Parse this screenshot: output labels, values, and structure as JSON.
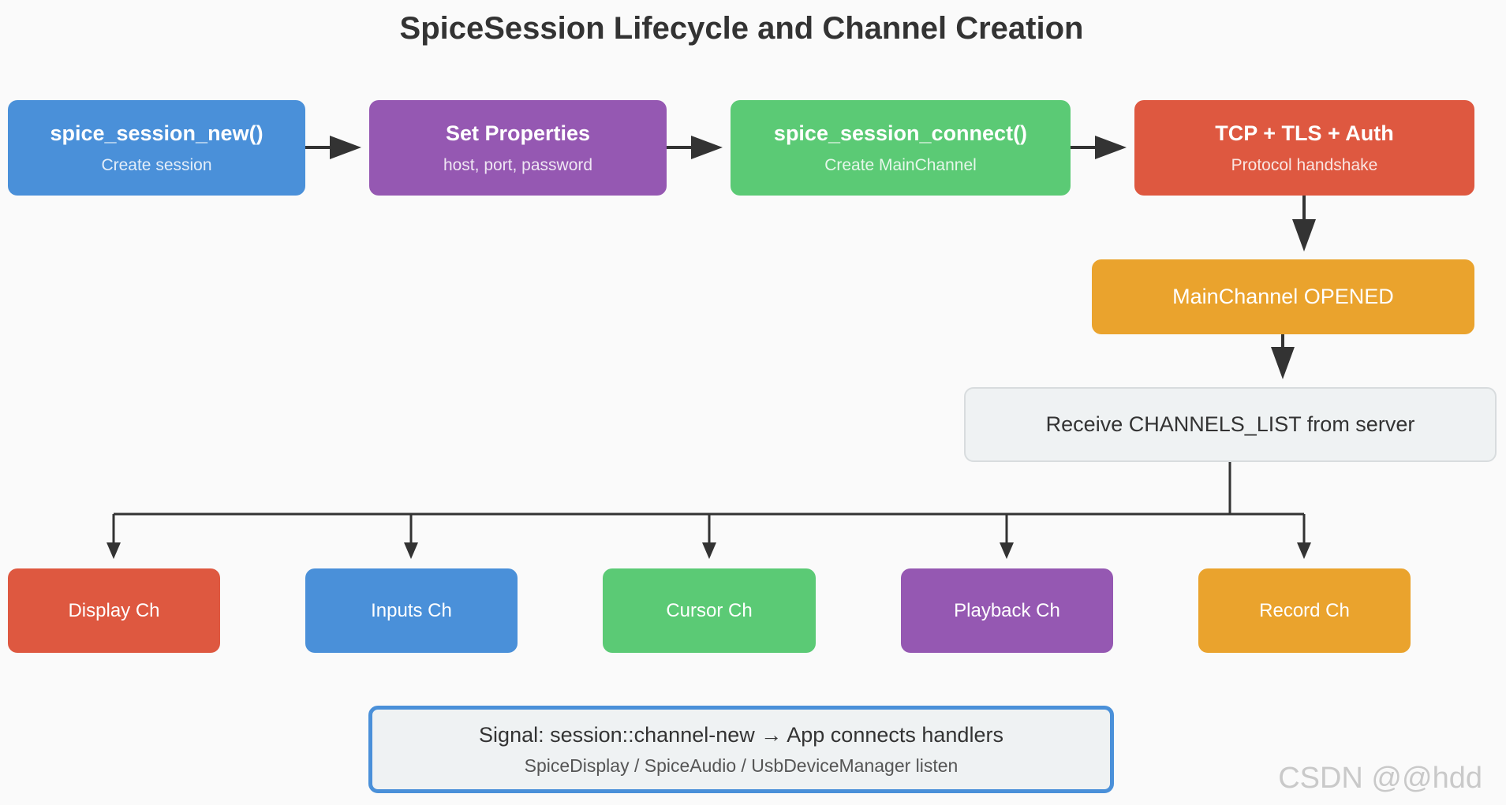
{
  "title": "SpiceSession Lifecycle and Channel Creation",
  "steps": [
    {
      "title": "spice_session_new()",
      "subtitle": "Create session",
      "color": "#4a90d9"
    },
    {
      "title": "Set Properties",
      "subtitle": "host, port, password",
      "color": "#9558b2"
    },
    {
      "title": "spice_session_connect()",
      "subtitle": "Create MainChannel",
      "color": "#5bca75"
    },
    {
      "title": "TCP + TLS + Auth",
      "subtitle": "Protocol handshake",
      "color": "#de5840"
    }
  ],
  "main_channel": {
    "label": "MainChannel OPENED",
    "color": "#eaa32d"
  },
  "channels_list": {
    "label": "Receive CHANNELS_LIST from server"
  },
  "channels": [
    {
      "label": "Display Ch",
      "color": "#de5840"
    },
    {
      "label": "Inputs Ch",
      "color": "#4a90d9"
    },
    {
      "label": "Cursor Ch",
      "color": "#5bca75"
    },
    {
      "label": "Playback Ch",
      "color": "#9558b2"
    },
    {
      "label": "Record Ch",
      "color": "#eaa32d"
    }
  ],
  "signal": {
    "line1": "Signal: session::channel-new → App connects handlers",
    "line2": "SpiceDisplay / SpiceAudio / UsbDeviceManager listen"
  },
  "watermark": "CSDN @@hdd"
}
